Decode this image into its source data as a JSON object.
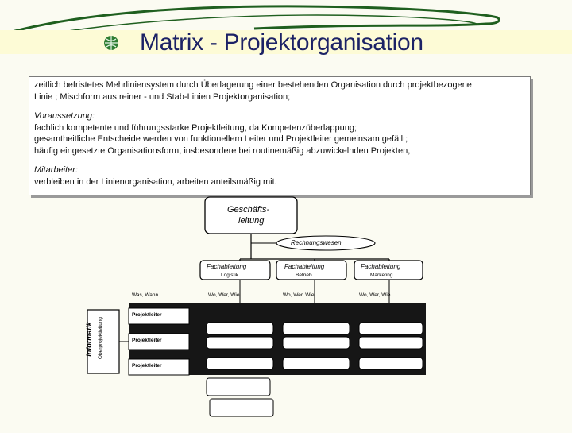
{
  "title": "Matrix - Projektorganisation",
  "accent_colors": {
    "title": "#1c2266",
    "band": "#fdfbd6",
    "swirl": "#1f5f1f",
    "bullet": "#2e7d32"
  },
  "icons": {
    "title_bullet": "globe-bullet-icon"
  },
  "textbox": {
    "intro_line1": "zeitlich befristetes Mehrliniensystem durch Überlagerung einer bestehenden Organisation durch projektbezogene",
    "intro_line2": "Linie ; Mischform aus reiner - und Stab-Linien Projektorganisation;",
    "prereq_heading": "Voraussetzung:",
    "prereq_line1": "fachlich kompetente und führungsstarke Projektleitung, da Kompetenzüberlappung;",
    "prereq_line2": "gesamtheitliche Entscheide werden von funktionellem Leiter und Projektleiter gemeinsam gefällt;",
    "prereq_line3": "häufig eingesetzte Organisationsform, insbesondere bei routinemäßig abzuwickelnden Projekten,",
    "staff_heading": "Mitarbeiter:",
    "staff_line1": "verbleiben in der Linienorganisation, arbeiten anteilsmäßig mit."
  },
  "diagram": {
    "top_box": {
      "line1": "Geschäfts-",
      "line2": "leitung"
    },
    "staff_unit": "Rechnungswesen",
    "departments": [
      {
        "name": "Fachableitung",
        "sub": "Logistik"
      },
      {
        "name": "Fachableitung",
        "sub": "Betrieb"
      },
      {
        "name": "Fachableitung",
        "sub": "Marketing"
      }
    ],
    "row_header": "Was, Wann",
    "column_header": "Wo, Wer, Wie",
    "project_leads": [
      "Projektleiter",
      "Projektleiter",
      "Projektleiter"
    ],
    "side_box": {
      "line1": "Informatik",
      "line2": "Oberprojektleitung"
    }
  }
}
